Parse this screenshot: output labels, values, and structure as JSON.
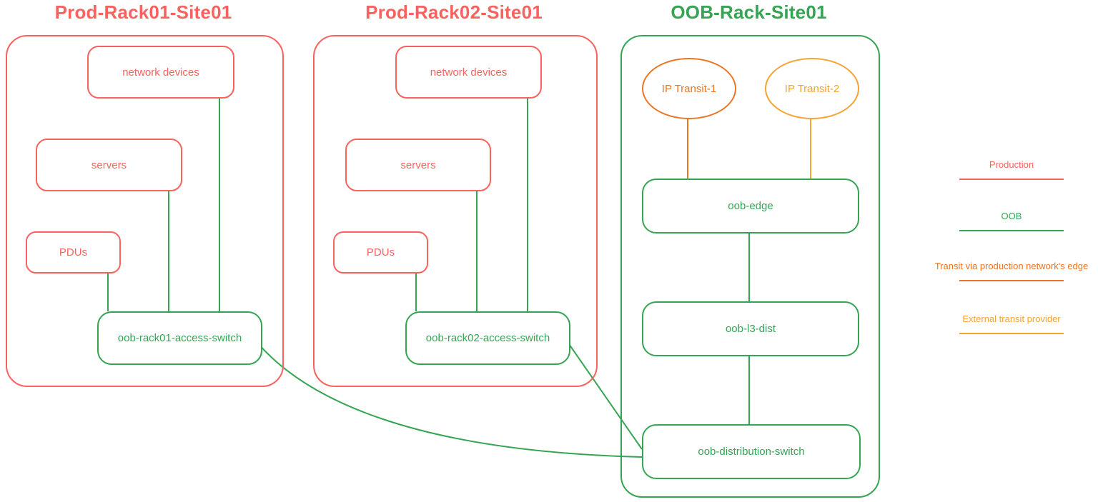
{
  "colors": {
    "production": "#F9625E",
    "oob": "#35A453",
    "transit_edge": "#EC7523",
    "transit_external": "#F5A333",
    "background": "#FFFFFF"
  },
  "racks": [
    {
      "title": "Prod-Rack01-Site01",
      "nodes": {
        "network_devices": "network devices",
        "servers": "servers",
        "pdus": "PDUs",
        "access_switch": "oob-rack01-access-switch"
      }
    },
    {
      "title": "Prod-Rack02-Site01",
      "nodes": {
        "network_devices": "network devices",
        "servers": "servers",
        "pdus": "PDUs",
        "access_switch": "oob-rack02-access-switch"
      }
    },
    {
      "title": "OOB-Rack-Site01",
      "nodes": {
        "transit1": "IP Transit-1",
        "transit2": "IP Transit-2",
        "edge": "oob-edge",
        "l3_dist": "oob-l3-dist",
        "distribution_switch": "oob-distribution-switch"
      }
    }
  ],
  "legend": {
    "items": [
      {
        "label": "Production",
        "color": "production"
      },
      {
        "label": "OOB",
        "color": "oob"
      },
      {
        "label": "Transit via production network's edge",
        "color": "transit_edge"
      },
      {
        "label": "External transit provider",
        "color": "transit_external"
      }
    ]
  }
}
